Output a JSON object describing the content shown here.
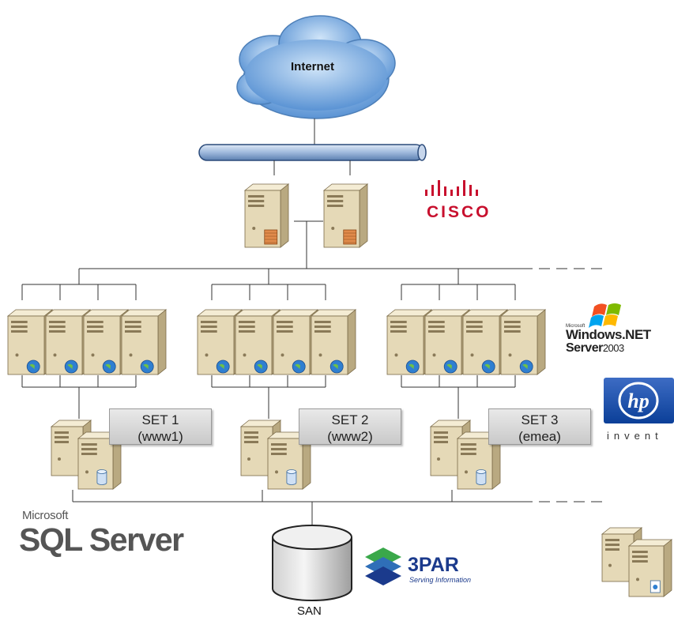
{
  "internet": {
    "label": "Internet"
  },
  "brands": {
    "cisco": "CISCO",
    "windows": {
      "microsoft": "Microsoft",
      "product": "Windows.NET",
      "server": "Server",
      "year": "2003"
    },
    "hp": {
      "logo": "hp",
      "tagline": "invent"
    },
    "sql": {
      "microsoft": "Microsoft",
      "product": "SQL Server"
    },
    "threepar": {
      "name": "3PAR",
      "tagline": "Serving Information"
    }
  },
  "sets": [
    {
      "name": "SET 1",
      "sub": "(www1)"
    },
    {
      "name": "SET 2",
      "sub": "(www2)"
    },
    {
      "name": "SET 3",
      "sub": "(emea)"
    }
  ],
  "storage": {
    "label": "SAN"
  },
  "colors": {
    "cloud": "#7fb4e8",
    "server_body": "#e5d9b7",
    "firewall": "#e08a4a",
    "globe": "#2f7fd1",
    "cisco_red": "#c8102e",
    "hp_blue": "#0b3f98",
    "threepar_green": "#3aa84a",
    "threepar_blue": "#1b3a8c"
  }
}
